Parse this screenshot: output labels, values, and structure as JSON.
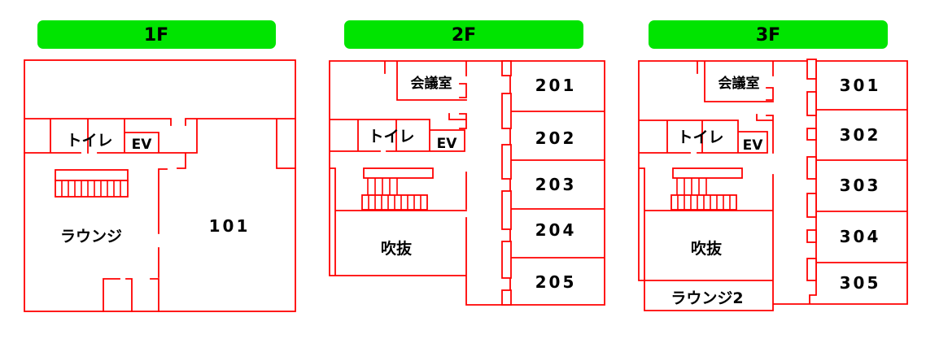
{
  "colors": {
    "wall": "#ff0000",
    "floor_bar": "#00e400",
    "label_text": "#000000"
  },
  "floors": [
    {
      "bar": "1F",
      "labels": {
        "toilet": "トイレ",
        "elevator": "EV",
        "lounge": "ラウンジ"
      },
      "rooms": [
        "101"
      ]
    },
    {
      "bar": "2F",
      "labels": {
        "meeting": "会議室",
        "toilet": "トイレ",
        "elevator": "EV",
        "atrium": "吹抜"
      },
      "rooms": [
        "201",
        "202",
        "203",
        "204",
        "205"
      ]
    },
    {
      "bar": "3F",
      "labels": {
        "meeting": "会議室",
        "toilet": "トイレ",
        "elevator": "EV",
        "atrium": "吹抜",
        "lounge2": "ラウンジ2"
      },
      "rooms": [
        "301",
        "302",
        "303",
        "304",
        "305"
      ]
    }
  ]
}
